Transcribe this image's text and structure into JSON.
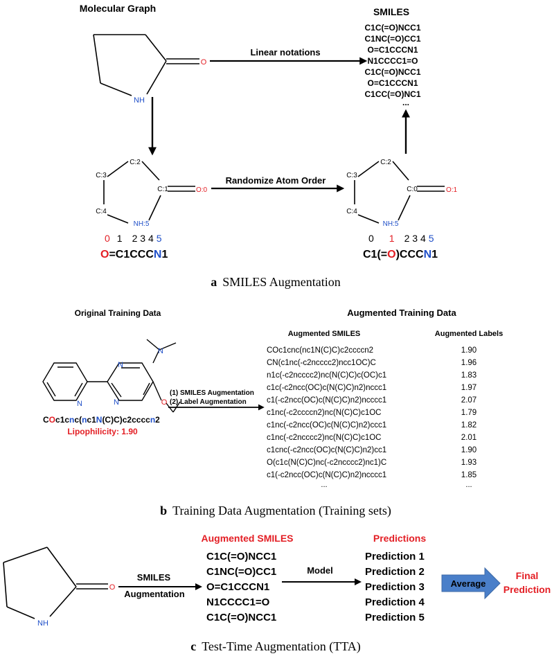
{
  "panel_a": {
    "title_left": "Molecular Graph",
    "title_right": "SMILES",
    "smiles_list": [
      "C1C(=O)NCC1",
      "C1NC(=O)CC1",
      "O=C1CCCN1",
      "N1CCCC1=O",
      "C1C(=O)NCC1",
      "O=C1CCCN1",
      "C1CC(=O)NC1"
    ],
    "ellipsis": "...",
    "arrow_linear": "Linear notations",
    "arrow_randomize": "Randomize Atom Order",
    "mol_top": {
      "o": "O",
      "nh": "NH"
    },
    "mol_left": {
      "c2": "C:2",
      "c3": "C:3",
      "c1": "C:1",
      "o": "O:0",
      "c4": "C:4",
      "nh": "NH:5"
    },
    "mol_right": {
      "c2": "C:2",
      "c3": "C:3",
      "c0": "C:0",
      "o": "O:1",
      "c4": "C:4",
      "nh": "NH:5"
    },
    "left_idx": {
      "i0": "0",
      "i1": "1",
      "i2345": "2 3 4",
      "i5": "5"
    },
    "left_smiles": {
      "o": "O",
      "mid": "=C1CCC",
      "n": "N",
      "end": "1"
    },
    "right_idx": {
      "i0": "0",
      "i1": "1",
      "i234": "2 3 4",
      "i5": "5"
    },
    "right_smiles": {
      "start": "C1(=",
      "o": "O",
      "mid": ")CCC",
      "n": "N",
      "end": "1"
    },
    "caption_letter": "a",
    "caption_text": "SMILES Augmentation"
  },
  "panel_b": {
    "title_left": "Original Training Data",
    "title_right": "Augmented Training Data",
    "col_smiles": "Augmented SMILES",
    "col_labels": "Augmented Labels",
    "step1": "(1)  SMILES Augmentation",
    "step2": "(2)  Label Augmentation",
    "mol_n1": "N",
    "mol_n2": "N",
    "mol_n3": "N",
    "mol_n4": "N",
    "mol_o": "O",
    "orig_smiles": {
      "p1": "C",
      "o": "O",
      "p2": "c1c",
      "n1": "n",
      "p3": "c(",
      "n2": "n",
      "p4": "c1",
      "n3": "N",
      "p5": "(C)C)c2cccc",
      "n4": "n",
      "p6": "2"
    },
    "lipophilicity": "Lipophilicity: 1.90",
    "rows": [
      {
        "smiles": "COc1cnc(nc1N(C)C)c2ccccn2",
        "label": "1.90"
      },
      {
        "smiles": "CN(c1nc(-c2ncccc2)ncc1OC)C",
        "label": "1.96"
      },
      {
        "smiles": "n1c(-c2ncccc2)nc(N(C)C)c(OC)c1",
        "label": "1.83"
      },
      {
        "smiles": "c1c(-c2ncc(OC)c(N(C)C)n2)nccc1",
        "label": "1.97"
      },
      {
        "smiles": "c1(-c2ncc(OC)c(N(C)C)n2)ncccc1",
        "label": "2.07"
      },
      {
        "smiles": "c1nc(-c2ccccn2)nc(N(C)C)c1OC",
        "label": "1.79"
      },
      {
        "smiles": "c1nc(-c2ncc(OC)c(N(C)C)n2)ccc1",
        "label": "1.82"
      },
      {
        "smiles": "c1nc(-c2ncccc2)nc(N(C)C)c1OC",
        "label": "2.01"
      },
      {
        "smiles": "c1cnc(-c2ncc(OC)c(N(C)C)n2)cc1",
        "label": "1.90"
      },
      {
        "smiles": "O(c1c(N(C)C)nc(-c2ncccc2)nc1)C",
        "label": "1.93"
      },
      {
        "smiles": "c1(-c2ncc(OC)c(N(C)C)n2)ncccc1",
        "label": "1.85"
      }
    ],
    "ellipsis_smiles": "...",
    "ellipsis_labels": "...",
    "caption_letter": "b",
    "caption_text": "Training Data Augmentation (Training sets)"
  },
  "panel_c": {
    "mol": {
      "o": "O",
      "nh": "NH"
    },
    "arrow1_top": "SMILES",
    "arrow1_bottom": "Augmentation",
    "heading_smiles": "Augmented SMILES",
    "smiles_list": [
      "C1C(=O)NCC1",
      "C1NC(=O)CC1",
      "O=C1CCCN1",
      "N1CCCC1=O",
      "C1C(=O)NCC1"
    ],
    "arrow2_label": "Model",
    "heading_predictions": "Predictions",
    "predictions": [
      "Prediction 1",
      "Prediction 2",
      "Prediction 3",
      "Prediction 4",
      "Prediction 5"
    ],
    "average": "Average",
    "final1": "Final",
    "final2": "Prediction",
    "caption_letter": "c",
    "caption_text": "Test-Time Augmentation (TTA)"
  },
  "colors": {
    "red": "#e31e24",
    "blue": "#1f4fc8",
    "arrow_blue": "#4a7fc9"
  }
}
